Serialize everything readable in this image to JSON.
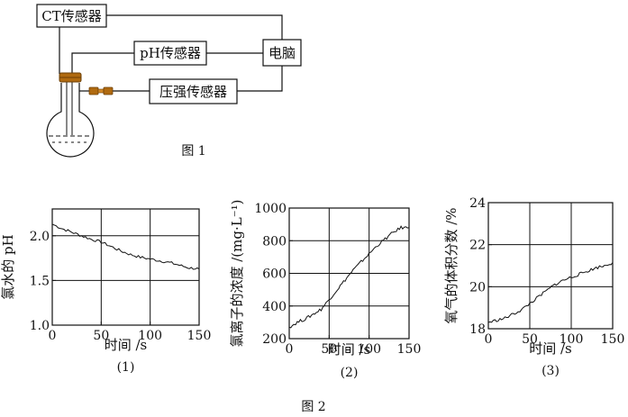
{
  "fig1": {
    "ct_sensor": "CT传感器",
    "ph_sensor": "pH传感器",
    "computer": "电脑",
    "pressure_sensor": "压强传感器",
    "caption": "图 1"
  },
  "fig2_caption": "图 2",
  "colors": {
    "line": "#111111",
    "stopper": "#b06a10",
    "background": "#ffffff"
  },
  "chart_data": [
    {
      "type": "line",
      "panel_label": "(1)",
      "xlabel": "时间 /s",
      "ylabel": "氯水的 pH",
      "xlim": [
        0,
        150
      ],
      "ylim": [
        1.0,
        2.3
      ],
      "x_ticks": [
        "0",
        "50",
        "100",
        "150"
      ],
      "y_ticks": [
        "1.0",
        "1.5",
        "2.0"
      ],
      "grid": true,
      "series": [
        {
          "x": [
            0,
            10,
            20,
            30,
            40,
            50,
            60,
            70,
            80,
            90,
            100,
            110,
            120,
            130,
            140,
            150
          ],
          "y": [
            2.13,
            2.08,
            2.04,
            2.0,
            1.96,
            1.93,
            1.88,
            1.83,
            1.79,
            1.76,
            1.74,
            1.72,
            1.7,
            1.67,
            1.64,
            1.63
          ]
        }
      ]
    },
    {
      "type": "line",
      "panel_label": "(2)",
      "xlabel": "时间 /s",
      "ylabel": "氯离子的浓度 /(mg·L⁻¹)",
      "xlim": [
        0,
        150
      ],
      "ylim": [
        200,
        1000
      ],
      "x_ticks": [
        "0",
        "50",
        "100",
        "150"
      ],
      "y_ticks": [
        "200",
        "400",
        "600",
        "800",
        "1000"
      ],
      "grid": true,
      "series": [
        {
          "x": [
            0,
            10,
            20,
            30,
            40,
            50,
            60,
            70,
            80,
            90,
            100,
            110,
            120,
            130,
            140,
            150
          ],
          "y": [
            270,
            300,
            320,
            350,
            380,
            440,
            500,
            560,
            620,
            670,
            720,
            770,
            810,
            850,
            880,
            880
          ]
        }
      ]
    },
    {
      "type": "line",
      "panel_label": "(3)",
      "xlabel": "时间 /s",
      "ylabel": "氧气的体积分数 /%",
      "xlim": [
        0,
        150
      ],
      "ylim": [
        18,
        24
      ],
      "x_ticks": [
        "0",
        "50",
        "100",
        "150"
      ],
      "y_ticks": [
        "18",
        "20",
        "22",
        "24"
      ],
      "grid": true,
      "series": [
        {
          "x": [
            0,
            10,
            20,
            30,
            40,
            50,
            60,
            70,
            80,
            90,
            100,
            110,
            120,
            130,
            140,
            150
          ],
          "y": [
            18.3,
            18.4,
            18.5,
            18.7,
            18.9,
            19.2,
            19.5,
            19.8,
            20.1,
            20.3,
            20.45,
            20.6,
            20.75,
            20.9,
            21.0,
            21.15
          ]
        }
      ]
    }
  ]
}
